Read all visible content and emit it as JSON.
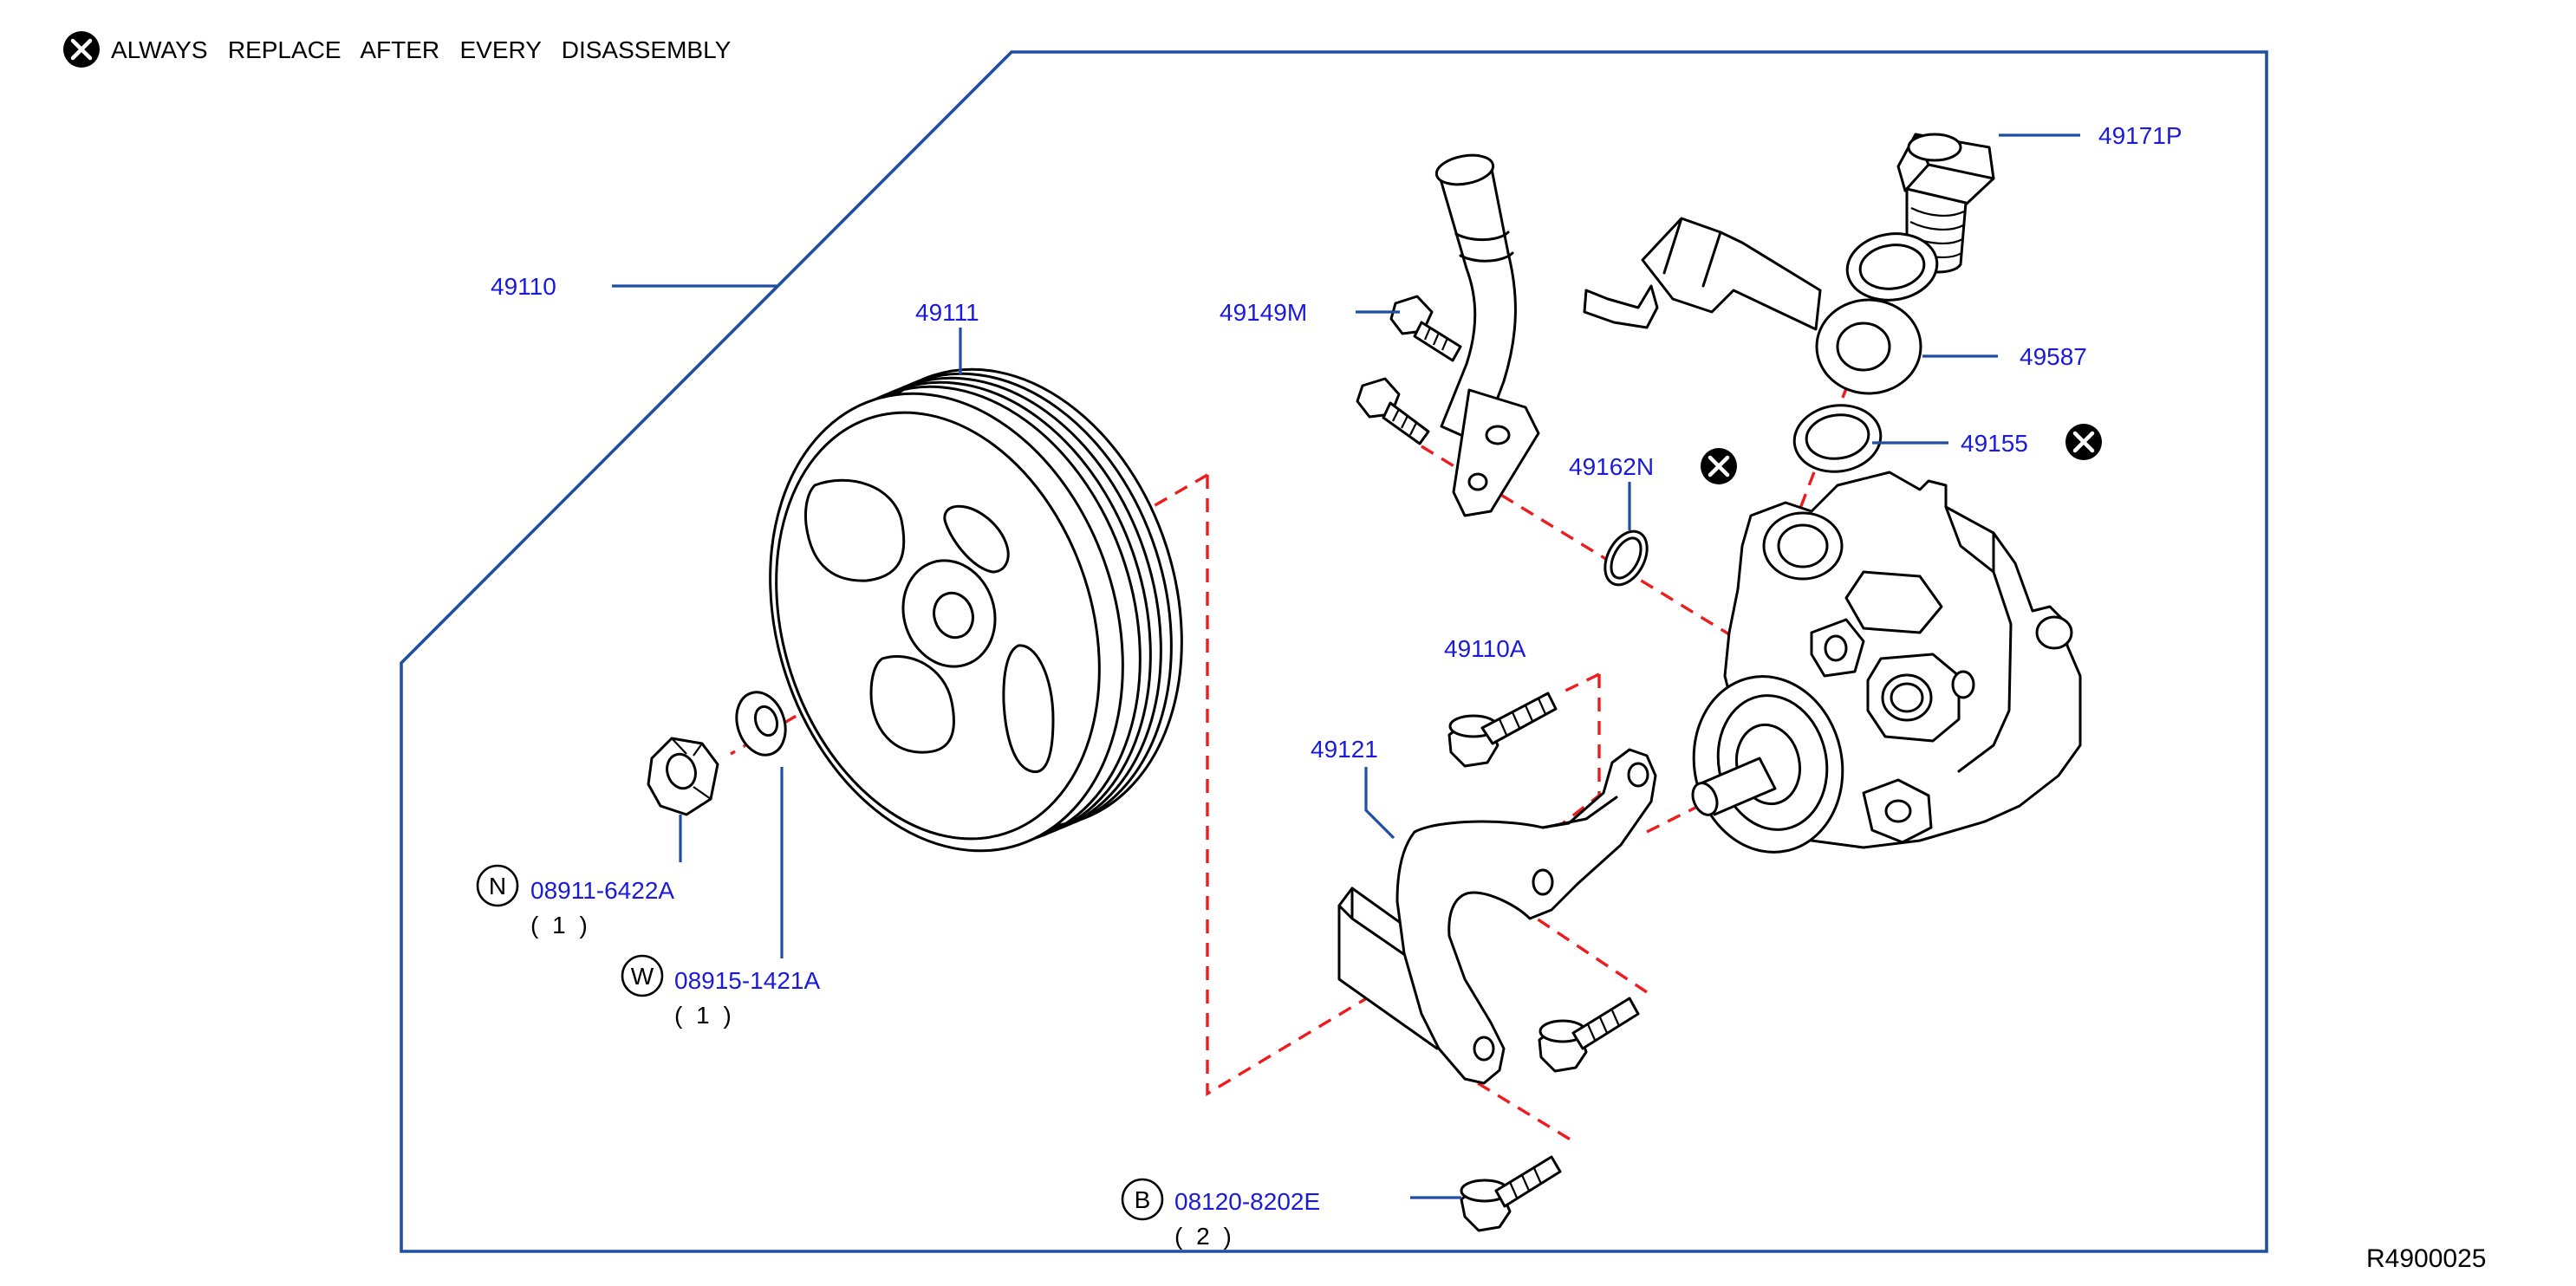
{
  "legend": {
    "symbol_icon": "x-circle-icon",
    "text": "ALWAYS   REPLACE   AFTER   EVERY   DISASSEMBLY"
  },
  "diagram_code": "R4900025",
  "colors": {
    "label_blue": "#1a1adb",
    "frame_blue": "#1f4ea3",
    "guide_red": "#ee1c1c",
    "line_black": "#000000"
  },
  "parts": {
    "assembly": "49110",
    "pulley": "49111",
    "hose_49149m": "49149M",
    "oring_49162n": "49162N",
    "bolt_49171p": "49171P",
    "hose_49587": "49587",
    "washer_49155": "49155",
    "bolt_49110a": "49110A",
    "bracket": "49121"
  },
  "callouts": {
    "nut": {
      "symbol": "N",
      "part": "08911-6422A",
      "qty": "( 1 )"
    },
    "washer": {
      "symbol": "W",
      "part": "08915-1421A",
      "qty": "( 1 )"
    },
    "bolt": {
      "symbol": "B",
      "part": "08120-8202E",
      "qty": "( 2 )"
    }
  }
}
